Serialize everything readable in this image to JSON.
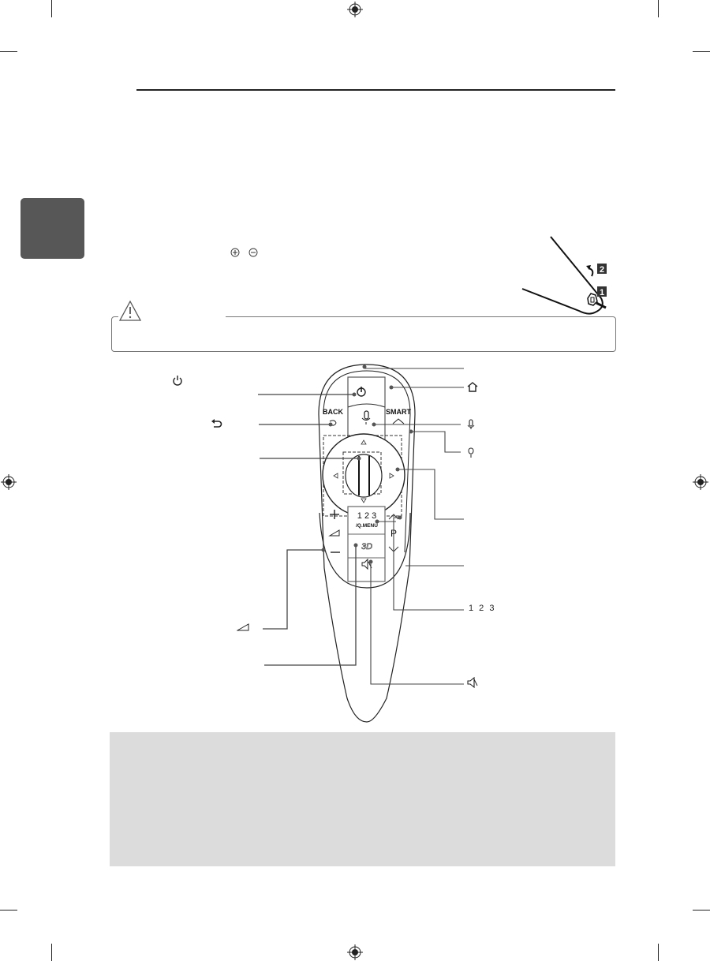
{
  "page": {
    "background": "#ffffff",
    "chapter_tab_color": "#575757",
    "note_box_color": "#dcdcdc"
  },
  "volume_icons": {
    "plus": "circled-plus",
    "minus": "circled-minus"
  },
  "battery_illustration": {
    "step_1": "1",
    "step_2": "2"
  },
  "caution": {
    "icon": "warning-triangle-icon"
  },
  "remote": {
    "buttons": {
      "back": "BACK",
      "smart": "SMART",
      "numbers": "1 2 3",
      "qmenu": "/Q.MENU",
      "program": "P",
      "three_d": "3D"
    }
  },
  "callouts": {
    "left": [
      {
        "icon": "power-icon"
      },
      {
        "icon": "back-icon"
      },
      {
        "icon": "wheel-ok"
      },
      {
        "icon": "volume-icon"
      },
      {
        "icon": "3d-button"
      }
    ],
    "right": [
      {
        "icon": "remote-top-indicator"
      },
      {
        "icon": "home-icon"
      },
      {
        "icon": "microphone-icon"
      },
      {
        "icon": "light-bulb-icon"
      },
      {
        "icon": "navigation-buttons"
      },
      {
        "icon": "program-buttons"
      },
      {
        "label": "1 2 3"
      },
      {
        "icon": "mute-icon"
      }
    ]
  }
}
